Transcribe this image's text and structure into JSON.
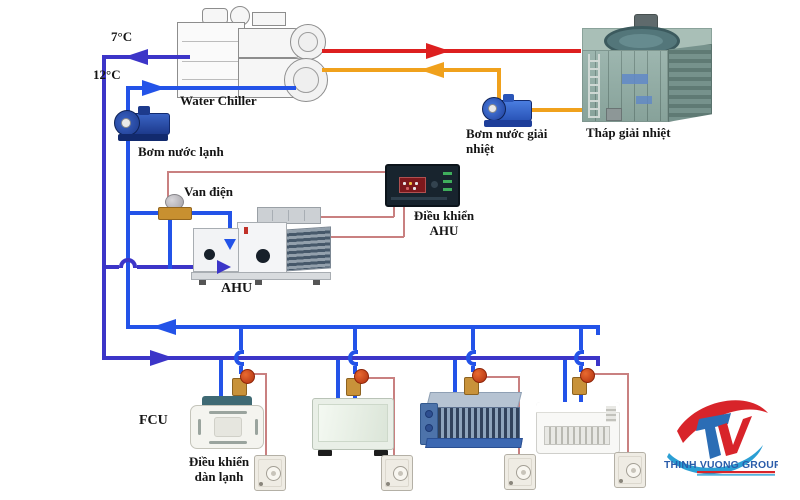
{
  "diagram": {
    "labels": {
      "temp_supply": "7°C",
      "temp_return": "12°C",
      "water_chiller": "Water Chiller",
      "chilled_water_pump": "Bơm nước lạnh",
      "electric_valve": "Van điện",
      "ahu": "AHU",
      "ahu_controller": [
        "Điều khiển",
        "AHU"
      ],
      "condenser_pump": [
        "Bơm nước giải",
        "nhiệt"
      ],
      "cooling_tower": "Tháp giải nhiệt",
      "fcu": "FCU",
      "fcu_controller": [
        "Điều khiển",
        "dàn lạnh"
      ]
    },
    "colors": {
      "supply_pipe": "#3c35c8",
      "return_pipe": "#2353e8",
      "hot_pipe": "#dd1f1f",
      "warm_pipe": "#f0a11c",
      "control_wire": "#c98080"
    },
    "logo": {
      "text": "THINH VUONG GROUP",
      "accent_red": "#d8242a",
      "accent_blue": "#2b9fd4",
      "text_color": "#2a5caa"
    }
  }
}
